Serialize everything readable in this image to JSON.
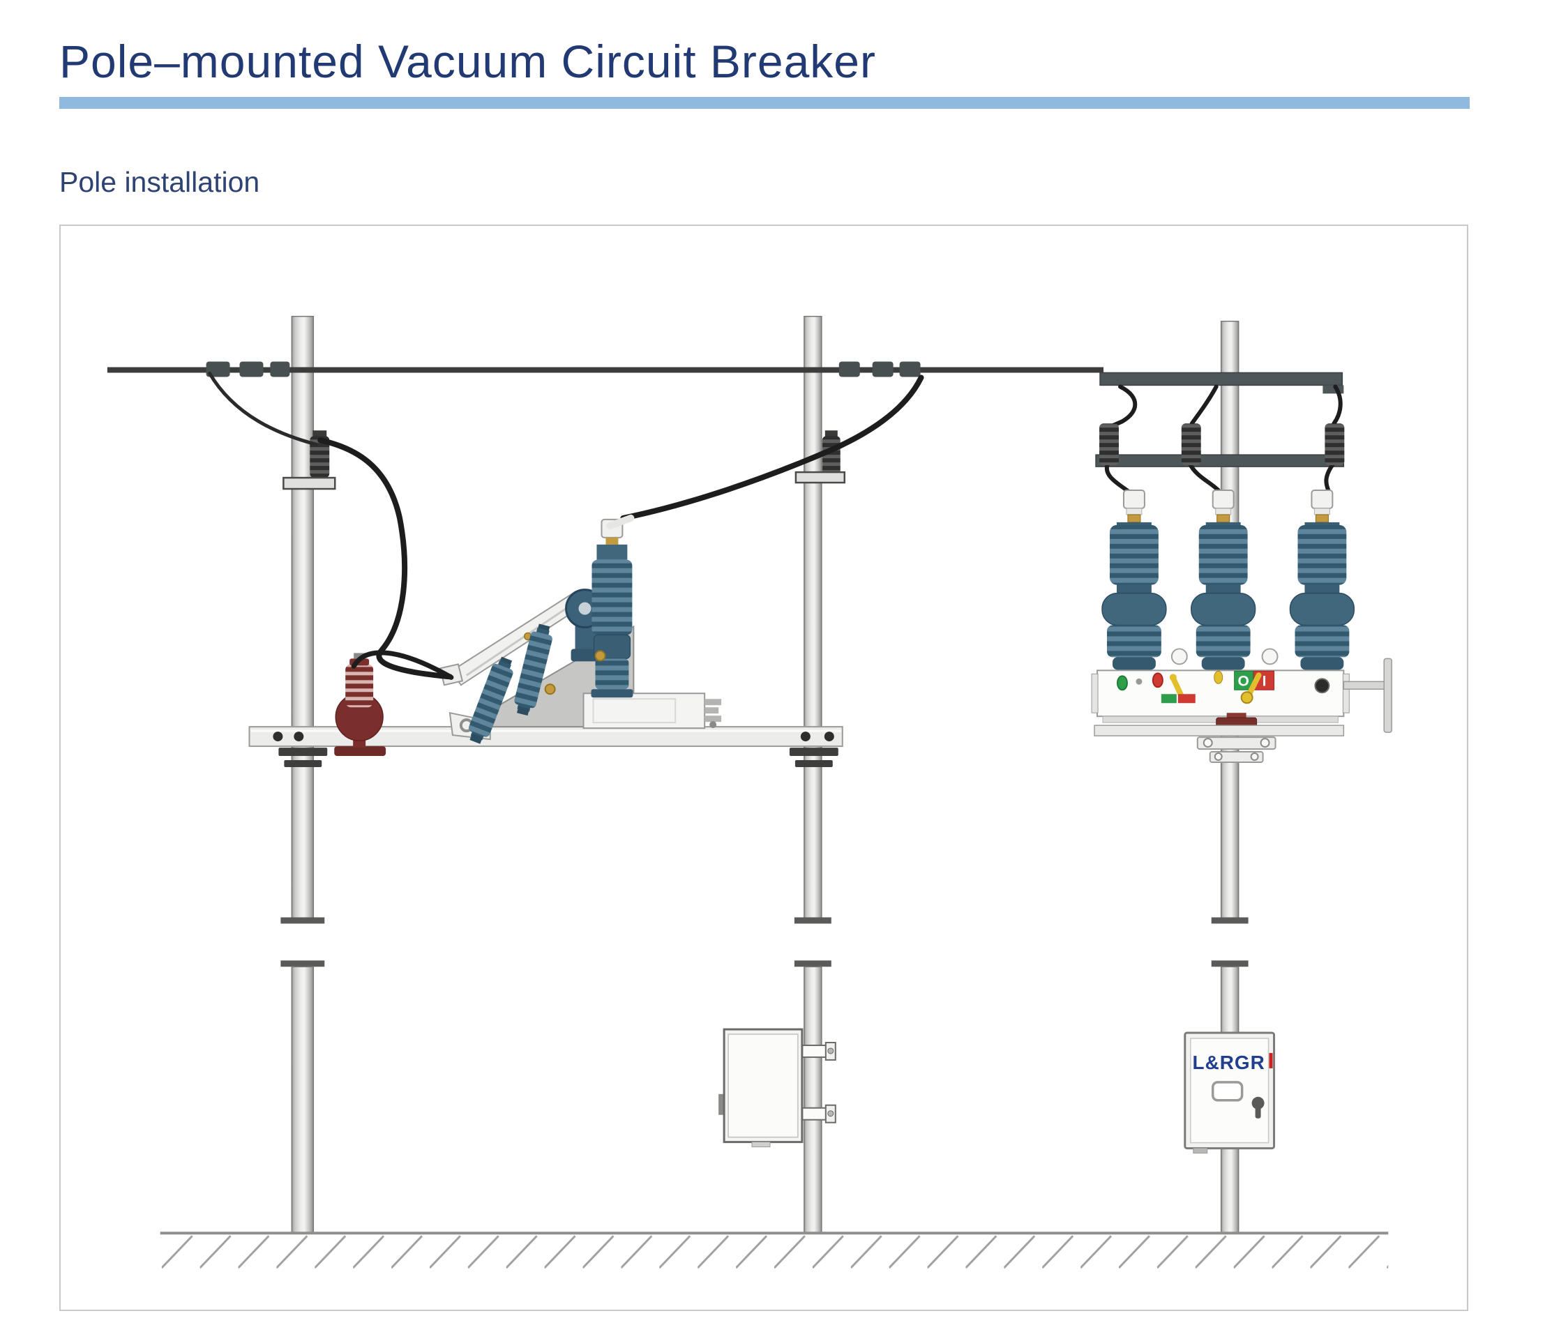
{
  "page": {
    "title": "Pole–mounted Vacuum Circuit Breaker",
    "subtitle": "Pole installation"
  },
  "diagram": {
    "control_cabinet": {
      "brand_label": "L&RGR"
    },
    "breaker_panel": {
      "open_label": "O",
      "close_label": "I"
    }
  },
  "icons": {
    "keyhole_icon": "keyhole",
    "inspection_window_icon": "rounded-rectangle"
  },
  "colors": {
    "navy": "#223a73",
    "subtitle": "#2e4372",
    "rule": "#8fb9de",
    "boxborder": "#c9c9c9",
    "teal": "#41677d",
    "teal_dark": "#2c4c61",
    "wire": "#1d1d1d",
    "maroon": "#7b2f2d",
    "green": "#2f9e4b",
    "red": "#cf3a33",
    "yellow": "#e3bf2e",
    "gold": "#c49a3e",
    "crossarm": "#4d5759",
    "logo_navy": "#223f8f",
    "logo_red": "#cc2222",
    "ground": "#8f8f8d"
  }
}
